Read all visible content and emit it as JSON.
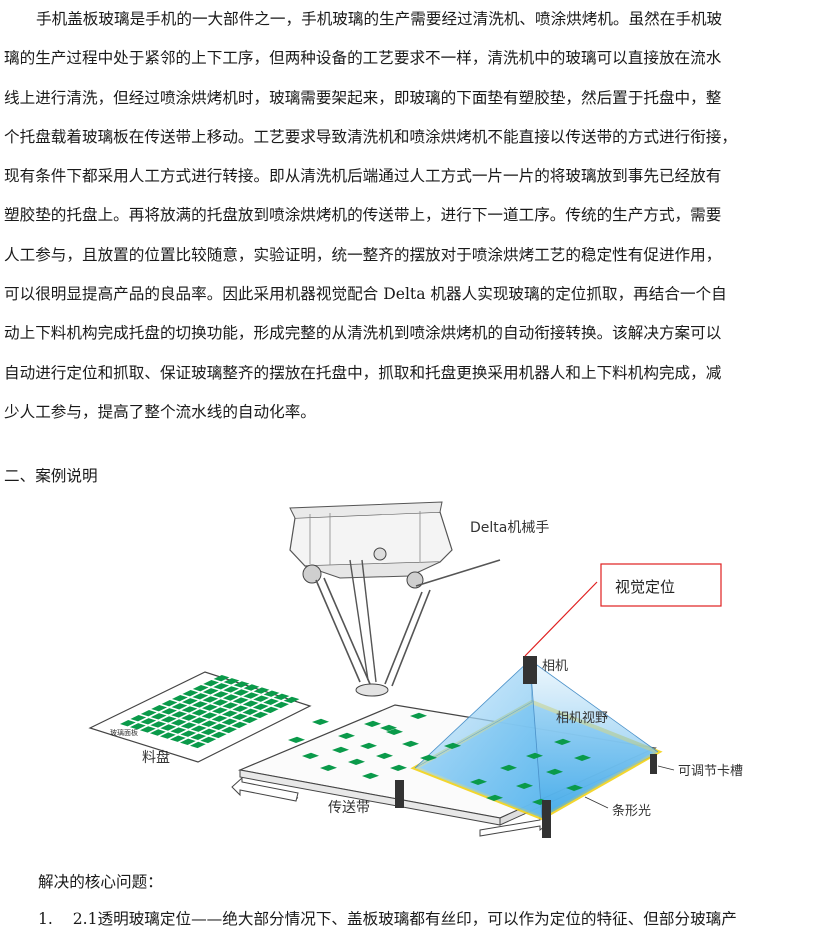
{
  "paragraph": {
    "lines": [
      "手机盖板玻璃是手机的一大部件之一，手机玻璃的生产需要经过清洗机、喷涂烘烤机。虽然在手机玻",
      "璃的生产过程中处于紧邻的上下工序，但两种设备的工艺要求不一样，清洗机中的玻璃可以直接放在流水",
      "线上进行清洗，但经过喷涂烘烤机时，玻璃需要架起来，即玻璃的下面垫有塑胶垫，然后置于托盘中，整",
      "个托盘载着玻璃板在传送带上移动。工艺要求导致清洗机和喷涂烘烤机不能直接以传送带的方式进行衔接，",
      "现有条件下都采用人工方式进行转接。即从清洗机后端通过人工方式一片一片的将玻璃放到事先已经放有",
      "塑胶垫的托盘上。再将放满的托盘放到喷涂烘烤机的传送带上，进行下一道工序。传统的生产方式，需要",
      "人工参与，且放置的位置比较随意，实验证明，统一整齐的摆放对于喷涂烘烤工艺的稳定性有促进作用，",
      "可以很明显提高产品的良品率。因此采用机器视觉配合 Delta 机器人实现玻璃的定位抓取，再结合一个自",
      "动上下料机构完成托盘的切换功能，形成完整的从清洗机到喷涂烘烤机的自动衔接转换。该解决方案可以",
      "自动进行定位和抓取、保证玻璃整齐的摆放在托盘中，抓取和托盘更换采用机器人和上下料机构完成，减",
      "少人工参与，提高了整个流水线的自动化率。"
    ]
  },
  "section_heading": "二、案例说明",
  "figure": {
    "labels": {
      "robot": "Delta机械手",
      "vision": "视觉定位",
      "camera": "相机",
      "fov": "相机视野",
      "slot": "可调节卡槽",
      "strip_light": "条形光",
      "tray": "料盘",
      "tray_small": "玻璃面板",
      "conveyor": "传送带"
    },
    "colors": {
      "glass": "#0a9a4a",
      "fov": "#3aa6e8",
      "callout": "#e02020",
      "light": "#f2d21a"
    }
  },
  "core_problem": "解决的核心问题：",
  "list": [
    {
      "number": "1.",
      "text": "2.1透明玻璃定位——绝大部分情况下、盖板玻璃都有丝印，可以作为定位的特征、但部分玻璃产"
    }
  ]
}
